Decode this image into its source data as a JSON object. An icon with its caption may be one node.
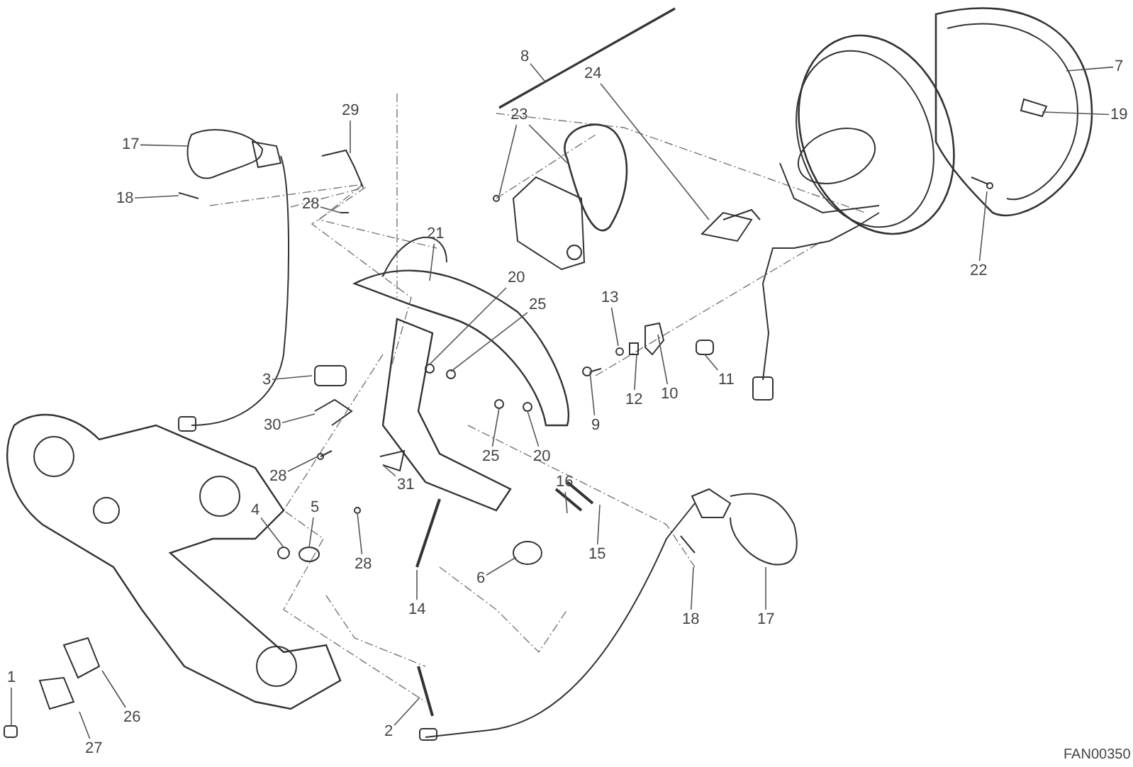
{
  "diagram": {
    "nodes": [
      {
        "text": [
          "8"
        ]
      },
      {
        "text": [
          "24"
        ]
      },
      {
        "text": [
          "7"
        ]
      },
      {
        "text": [
          "19"
        ]
      },
      {
        "text": [
          "29"
        ]
      },
      {
        "text": [
          "23"
        ]
      },
      {
        "text": [
          "17"
        ]
      },
      {
        "text": [
          "18"
        ]
      },
      {
        "text": [
          "28"
        ]
      },
      {
        "text": [
          "21"
        ]
      },
      {
        "text": [
          "20"
        ]
      },
      {
        "text": [
          "25"
        ]
      },
      {
        "text": [
          "22"
        ]
      },
      {
        "text": [
          "13"
        ]
      },
      {
        "text": [
          "10"
        ]
      },
      {
        "text": [
          "3"
        ]
      },
      {
        "text": [
          "12"
        ]
      },
      {
        "text": [
          "11"
        ]
      },
      {
        "text": [
          "9"
        ]
      },
      {
        "text": [
          "30"
        ]
      },
      {
        "text": [
          "25"
        ]
      },
      {
        "text": [
          "20"
        ]
      },
      {
        "text": [
          "28"
        ]
      },
      {
        "text": [
          "31"
        ]
      },
      {
        "text": [
          "16"
        ]
      },
      {
        "text": [
          "4"
        ]
      },
      {
        "text": [
          "5"
        ]
      },
      {
        "text": [
          "28"
        ]
      },
      {
        "text": [
          "15"
        ]
      },
      {
        "text": [
          "6"
        ]
      },
      {
        "text": [
          "14"
        ]
      },
      {
        "text": [
          "18"
        ]
      },
      {
        "text": [
          "17"
        ]
      },
      {
        "text": [
          "1"
        ]
      },
      {
        "text": [
          "26"
        ]
      },
      {
        "text": [
          "2"
        ]
      },
      {
        "text": [
          "27"
        ]
      }
    ],
    "edges": [
      {
        "from": 0,
        "to": null,
        "arrow": "none"
      },
      {
        "from": 1,
        "to": null,
        "arrow": "none"
      },
      {
        "from": 2,
        "to": null,
        "arrow": "none"
      },
      {
        "from": 3,
        "to": null,
        "arrow": "none"
      },
      {
        "from": 4,
        "to": null,
        "arrow": "none"
      },
      {
        "from": 5,
        "to": null,
        "arrow": "none"
      },
      {
        "from": 5,
        "to": null,
        "arrow": "none"
      },
      {
        "from": 6,
        "to": null,
        "arrow": "none"
      },
      {
        "from": 7,
        "to": null,
        "arrow": "none"
      },
      {
        "from": 8,
        "to": null,
        "arrow": "none"
      },
      {
        "from": 9,
        "to": null,
        "arrow": "none"
      },
      {
        "from": 10,
        "to": null,
        "arrow": "none"
      },
      {
        "from": 11,
        "to": null,
        "arrow": "none"
      },
      {
        "from": 12,
        "to": null,
        "arrow": "none"
      },
      {
        "from": 13,
        "to": null,
        "arrow": "none"
      },
      {
        "from": 14,
        "to": null,
        "arrow": "none"
      },
      {
        "from": 15,
        "to": null,
        "arrow": "none"
      },
      {
        "from": 16,
        "to": null,
        "arrow": "none"
      },
      {
        "from": 17,
        "to": null,
        "arrow": "none"
      },
      {
        "from": 18,
        "to": null,
        "arrow": "none"
      },
      {
        "from": 19,
        "to": null,
        "arrow": "none"
      },
      {
        "from": 20,
        "to": null,
        "arrow": "none"
      },
      {
        "from": 21,
        "to": null,
        "arrow": "none"
      },
      {
        "from": 22,
        "to": null,
        "arrow": "none"
      },
      {
        "from": 23,
        "to": null,
        "arrow": "none"
      },
      {
        "from": 24,
        "to": null,
        "arrow": "none"
      },
      {
        "from": 25,
        "to": null,
        "arrow": "none"
      },
      {
        "from": 26,
        "to": null,
        "arrow": "none"
      },
      {
        "from": 27,
        "to": null,
        "arrow": "none"
      },
      {
        "from": 28,
        "to": null,
        "arrow": "none"
      },
      {
        "from": 29,
        "to": null,
        "arrow": "none"
      },
      {
        "from": 30,
        "to": null,
        "arrow": "none"
      },
      {
        "from": 31,
        "to": null,
        "arrow": "none"
      },
      {
        "from": 32,
        "to": null,
        "arrow": "none"
      },
      {
        "from": 33,
        "to": null,
        "arrow": "none"
      },
      {
        "from": 34,
        "to": null,
        "arrow": "none"
      },
      {
        "from": 35,
        "to": null,
        "arrow": "none"
      },
      {
        "from": 36,
        "to": null,
        "arrow": "none"
      }
    ],
    "labels": [
      "FAN00350"
    ]
  }
}
